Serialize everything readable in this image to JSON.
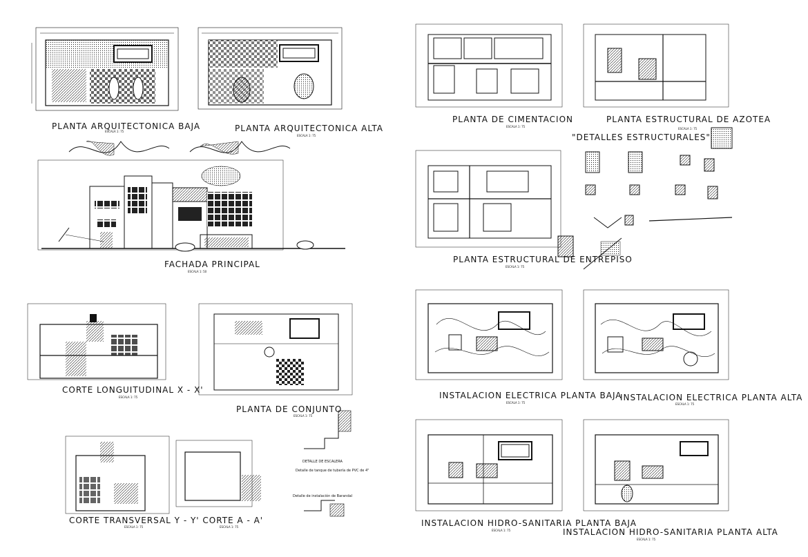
{
  "labels": {
    "planta_baja": "PLANTA ARQUITECTONICA BAJA",
    "planta_alta": "PLANTA ARQUITECTONICA ALTA",
    "fachada": "FACHADA PRINCIPAL",
    "corte_long": "CORTE LONGUITUDINAL X - X'",
    "conjunto": "PLANTA DE CONJUNTO",
    "corte_trans": "CORTE TRANSVERSAL Y - Y' CORTE A - A'",
    "cimentacion": "PLANTA DE CIMENTACION",
    "azotea": "PLANTA ESTRUCTURAL DE AZOTEA",
    "detalles": "\"DETALLES ESTRUCTURALES\"",
    "entrepiso": "PLANTA ESTRUCTURAL DE ENTREPISO",
    "elec_baja": "INSTALACION ELECTRICA PLANTA BAJA",
    "elec_alta": "INSTALACION ELECTRICA PLANTA ALTA",
    "hidro_baja": "INSTALACION HIDRO-SANITARIA PLANTA BAJA",
    "hidro_alta": "INSTALACION HIDRO-SANITARIA PLANTA ALTA",
    "escalera": "DETALLE DE ESCALERA",
    "detalle_pvc": "Detalle de tanque de tubería de PVC de 4\"",
    "detalle_inst": "Detalle de instalación de Barandal"
  },
  "scales": {
    "s1": "ESCALA 1: 75",
    "s2": "ESCALA 1: 75",
    "s3": "ESCALA 1: 50",
    "s4": "ESCALA 1: 75",
    "s5": "ESCALA 1: 75",
    "s6": "ESCALA 1: 75",
    "s7": "ESCALA 1: 75",
    "s8": "ESCALA 1: 75",
    "s9": "ESCALA 1: 75",
    "s10": "ESCALA 1: 75",
    "s11": "ESCALA 1: 75",
    "s12": "ESCALA 1: 75",
    "s13": "ESCALA 1: 75",
    "s14": "ESCALA 1: 75"
  }
}
